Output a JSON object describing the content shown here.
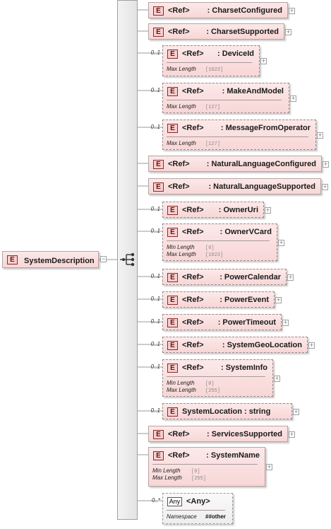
{
  "root": {
    "badge": "E",
    "name": "SystemDescription",
    "collapse": "−"
  },
  "compositor": {
    "icon": "sequence-icon"
  },
  "ref_label": "<Ref>",
  "expand": "+",
  "elements": [
    {
      "id": "charset-configured",
      "name": ": CharsetConfigured",
      "card": "",
      "optional": false,
      "facets": []
    },
    {
      "id": "charset-supported",
      "name": ": CharsetSupported",
      "card": "",
      "optional": false,
      "facets": []
    },
    {
      "id": "device-id",
      "name": ": DeviceId",
      "card": "0..1",
      "optional": true,
      "facets": [
        {
          "name": "Max Length",
          "value": "[1023]"
        }
      ]
    },
    {
      "id": "make-and-model",
      "name": ": MakeAndModel",
      "card": "0..1",
      "optional": true,
      "facets": [
        {
          "name": "Max Length",
          "value": "[127]"
        }
      ]
    },
    {
      "id": "message-from-operator",
      "name": ": MessageFromOperator",
      "card": "0..1",
      "optional": true,
      "facets": [
        {
          "name": "Max Length",
          "value": "[127]"
        }
      ]
    },
    {
      "id": "natural-language-configured",
      "name": ": NaturalLanguageConfigured",
      "card": "",
      "optional": false,
      "facets": []
    },
    {
      "id": "natural-language-supported",
      "name": ": NaturalLanguageSupported",
      "card": "",
      "optional": false,
      "facets": []
    },
    {
      "id": "owner-uri",
      "name": ": OwnerUri",
      "card": "0..1",
      "optional": true,
      "facets": []
    },
    {
      "id": "owner-vcard",
      "name": ": OwnerVCard",
      "card": "0..1",
      "optional": true,
      "facets": [
        {
          "name": "Min Length",
          "value": "[0]"
        },
        {
          "name": "Max Length",
          "value": "[1023]"
        }
      ]
    },
    {
      "id": "power-calendar",
      "name": ": PowerCalendar",
      "card": "0..1",
      "optional": true,
      "facets": []
    },
    {
      "id": "power-event",
      "name": ": PowerEvent",
      "card": "0..1",
      "optional": true,
      "facets": []
    },
    {
      "id": "power-timeout",
      "name": ": PowerTimeout",
      "card": "0..1",
      "optional": true,
      "facets": []
    },
    {
      "id": "system-geo-location",
      "name": ": SystemGeoLocation",
      "card": "0..1",
      "optional": true,
      "facets": []
    },
    {
      "id": "system-info",
      "name": ": SystemInfo",
      "card": "0..1",
      "optional": true,
      "facets": [
        {
          "name": "Min Length",
          "value": "[0]"
        },
        {
          "name": "Max Length",
          "value": "[255]"
        }
      ]
    },
    {
      "id": "system-location",
      "name": "SystemLocation : string",
      "card": "0..1",
      "optional": true,
      "noref": true,
      "facets": []
    },
    {
      "id": "services-supported",
      "name": ": ServicesSupported",
      "card": "",
      "optional": false,
      "facets": []
    },
    {
      "id": "system-name",
      "name": ": SystemName",
      "card": "",
      "optional": false,
      "facets": [
        {
          "name": "Min Length",
          "value": "[0]"
        },
        {
          "name": "Max Length",
          "value": "[255]"
        }
      ]
    }
  ],
  "any": {
    "badge": "Any",
    "label": "<Any>",
    "card": "0..*",
    "facet_name": "Namespace",
    "facet_value": "##other"
  }
}
